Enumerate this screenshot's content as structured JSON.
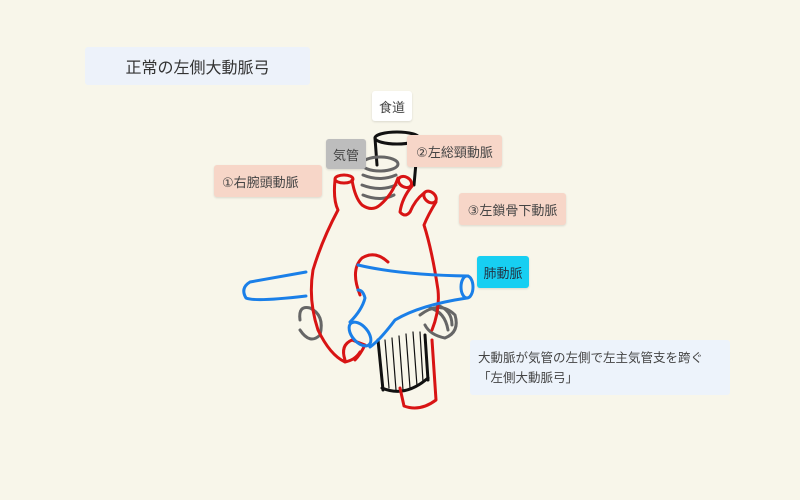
{
  "title": "正常の左側大動脈弓",
  "labels": {
    "esophagus": "食道",
    "trachea": "気管",
    "right_brachiocephalic": "①右腕頭動脈",
    "left_common_carotid": "②左総頸動脈",
    "left_subclavian": "③左鎖骨下動脈",
    "pulmonary_artery": "肺動脈"
  },
  "note": {
    "line1": "大動脈が気管の左側で左主気管支を跨ぐ",
    "line2": "「左側大動脈弓」"
  },
  "colors": {
    "aorta": "#d81414",
    "pulmonary": "#1a7fe8",
    "trachea": "#666666",
    "esophagus": "#111111",
    "pa_label": "#17cff2"
  }
}
